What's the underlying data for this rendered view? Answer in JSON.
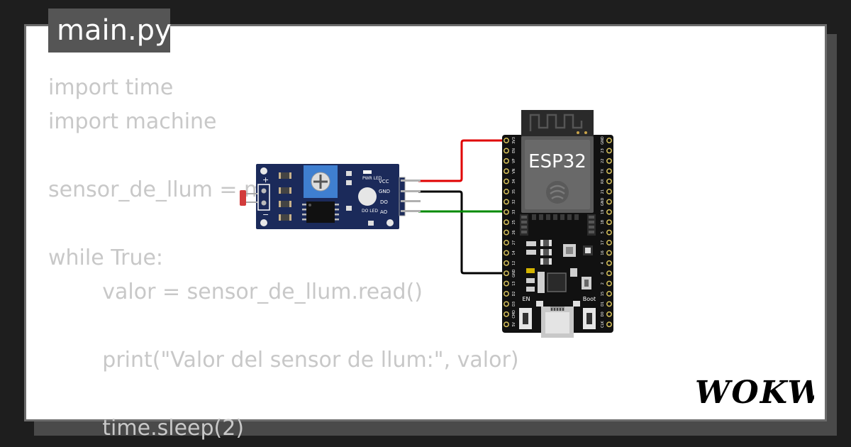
{
  "tab": {
    "filename": "main.py"
  },
  "code_lines": [
    "import time",
    "import machine",
    "",
    "sensor_de_llum = m",
    "",
    "while True:",
    "        valor = sensor_de_llum.read()",
    "",
    "        print(\"Valor del sensor de llum:\", valor)",
    "",
    "        time.sleep(2)"
  ],
  "sensor_module": {
    "pins": [
      "VCC",
      "GND",
      "DO",
      "AO"
    ],
    "terminal_plus": "+",
    "terminal_minus": "−",
    "pwr_led_label": "PWR LED",
    "do_led_label": "DO LED"
  },
  "esp32": {
    "chip_label": "ESP32",
    "left_pins": [
      "3V3",
      "EN",
      "VP",
      "VN",
      "34",
      "35",
      "32",
      "33",
      "25",
      "26",
      "27",
      "14",
      "12",
      "GND",
      "13",
      "D2",
      "D3",
      "CMD",
      "5V"
    ],
    "right_pins": [
      "GND",
      "23",
      "22",
      "TX",
      "RX",
      "21",
      "GND",
      "19",
      "18",
      "5",
      "17",
      "16",
      "4",
      "0",
      "2",
      "15",
      "D1",
      "D0",
      "CLK"
    ],
    "en_label": "EN",
    "boot_label": "Boot"
  },
  "wires": [
    {
      "from": "VCC",
      "to": "3V3",
      "color": "#e00000"
    },
    {
      "from": "GND",
      "to": "GND",
      "color": "#000000"
    },
    {
      "from": "AO",
      "to": "33",
      "color": "#008a00"
    }
  ],
  "brand": {
    "logo_text": "WOKWi"
  }
}
